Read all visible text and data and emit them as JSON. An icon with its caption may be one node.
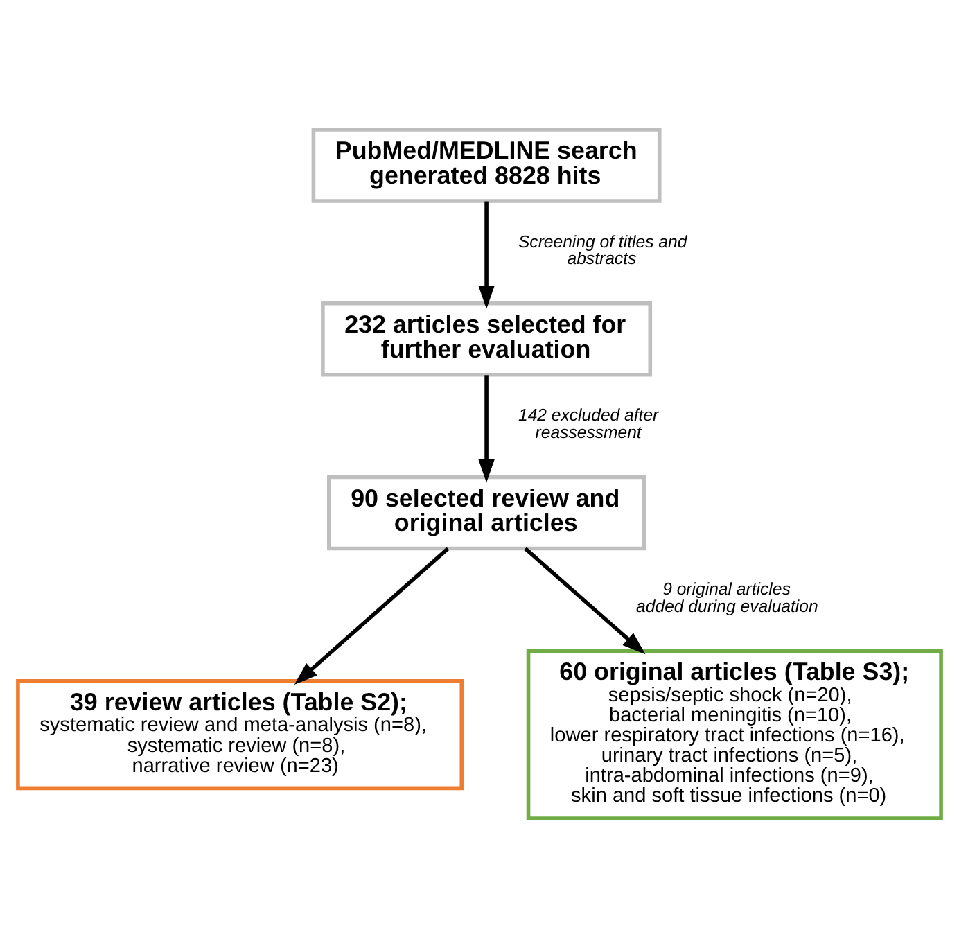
{
  "diagram": {
    "nodes": [
      {
        "text": [
          "PubMed/MEDLINE search generated 8828 hits"
        ]
      },
      {
        "text": [
          "232 articles selected for further evaluation"
        ]
      },
      {
        "text": [
          "90 selected review and original articles"
        ]
      },
      {
        "text": [
          "39 review articles (Table S2);",
          "systematic review and meta-analysis (n=8),",
          "systematic review (n=8),",
          "narrative review (n=23)"
        ]
      },
      {
        "text": [
          "60 original articles (Table S3);",
          "sepsis/septic shock (n=20),",
          "bacterial meningitis (n=10),",
          "lower respiratory tract infections (n=16),",
          "urinary tract infections (n=5),",
          "intra-abdominal infections (n=9),",
          "skin and soft tissue infections (n=0)"
        ]
      }
    ],
    "edges": [
      {
        "from": 0,
        "to": 1,
        "arrow": "to",
        "label": "Screening of titles and abstracts"
      },
      {
        "from": 1,
        "to": 2,
        "arrow": "to",
        "label": "142 excluded after reassessment"
      },
      {
        "from": 2,
        "to": 3,
        "arrow": "to"
      },
      {
        "from": 2,
        "to": 4,
        "arrow": "to",
        "label": "9 original articles added during evaluation"
      }
    ]
  }
}
